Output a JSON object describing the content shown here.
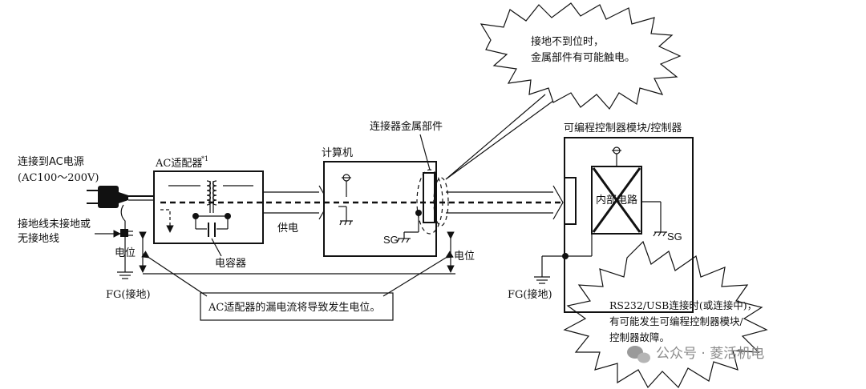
{
  "labels": {
    "ac_source_line1": "连接到AC电源",
    "ac_source_line2": "(AC100～200V)",
    "ground_line1": "接地线未接地或",
    "ground_line2": "无接地线",
    "ac_adapter": "AC适配器",
    "ac_adapter_note": "*1",
    "potential_left": "电位",
    "fg_left": "FG(接地)",
    "capacitor": "电容器",
    "power_supply": "供电",
    "computer": "计算机",
    "connector_metal": "连接器金属部件",
    "sg_computer": "SG",
    "potential_right": "电位",
    "plc": "可编程控制器模块/控制器",
    "internal_circuit": "内部电路",
    "sg_plc": "SG",
    "fg_right": "FG(接地)",
    "leakage_note": "AC适配器的漏电流将导致发生电位。"
  },
  "callout_top": {
    "line1": "接地不到位时，",
    "line2": "金属部件有可能触电。"
  },
  "callout_bottom": {
    "line1": "RS232/USB连接时(或连接中)，",
    "line2": "有可能发生可编程控制器模块/",
    "line3": "控制器故障。"
  },
  "watermark": "公众号 · 菱活机电"
}
